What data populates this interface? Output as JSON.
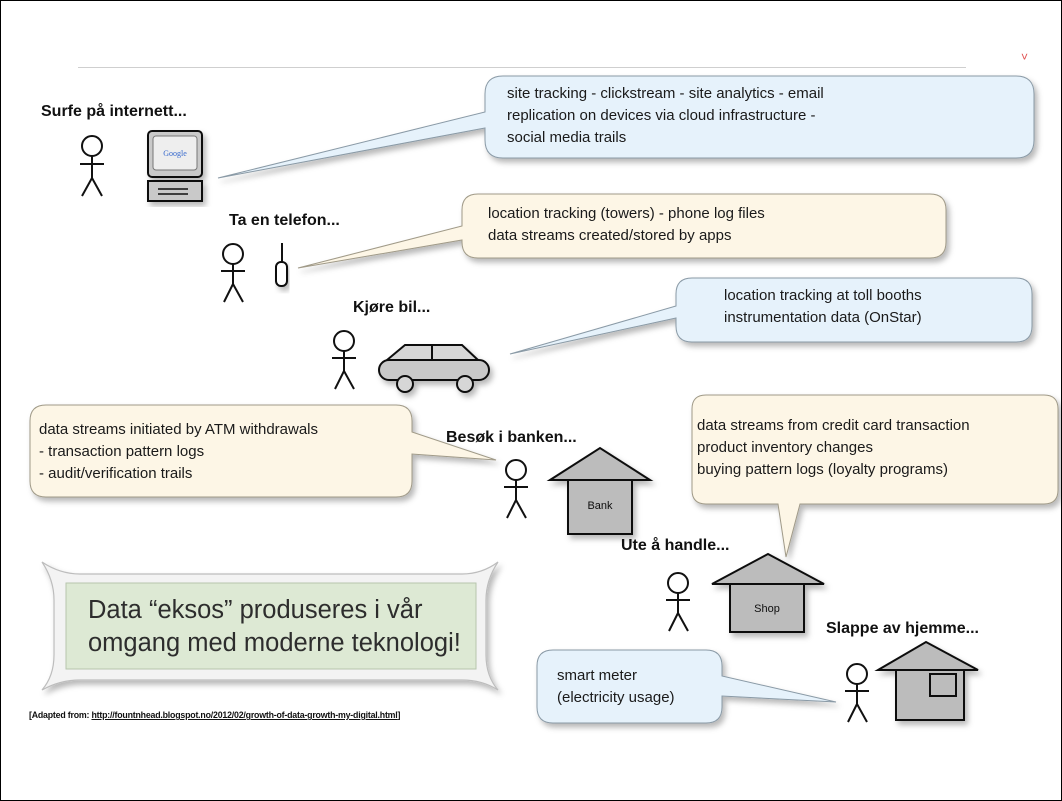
{
  "headings": {
    "internet": "Surfe på internett...",
    "phone": "Ta en telefon...",
    "car": "Kjøre bil...",
    "bank": "Besøk i banken...",
    "shop": "Ute å handle...",
    "home": "Slappe av hjemme..."
  },
  "bubbles": {
    "internet": [
      "site tracking - clickstream - site analytics - email",
      "replication on devices via cloud infrastructure -",
      "social media trails"
    ],
    "phone": [
      "location tracking (towers) - phone log files",
      "data streams created/stored by apps"
    ],
    "car": [
      "location tracking at toll booths",
      "instrumentation data (OnStar)"
    ],
    "bank": [
      "data streams initiated by ATM withdrawals",
      "- transaction pattern logs",
      "- audit/verification trails"
    ],
    "shop": [
      "data streams from credit card transaction",
      "product inventory changes",
      "buying pattern logs (loyalty programs)"
    ],
    "home": [
      "smart meter",
      "(electricity usage)"
    ]
  },
  "icon_labels": {
    "google": "Google",
    "bank": "Bank",
    "shop": "Shop"
  },
  "callout": [
    "Data “eksos” produseres i vår",
    "omgang med moderne teknologi!"
  ],
  "source": {
    "prefix": "[Adapted from: ",
    "link": "http://fountnhead.blogspot.no/2012/02/growth-of-data-growth-my-digital.html",
    "suffix": "]"
  },
  "colors": {
    "blue_bubble": "#e6f2fb",
    "cream_bubble": "#fdf6e6",
    "callout_fill": "#dde9d4",
    "building_fill": "#bcbcbc"
  },
  "icons": [
    "person-icon",
    "computer-icon",
    "phone-icon",
    "car-icon",
    "bank-icon",
    "shop-icon",
    "house-icon"
  ]
}
